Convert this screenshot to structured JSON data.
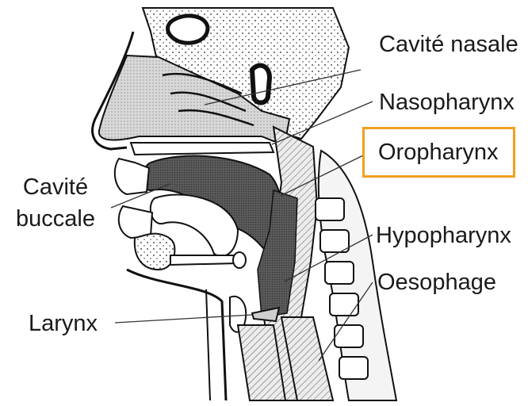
{
  "diagram": {
    "labels": {
      "cavite_nasale": "Cavité nasale",
      "nasopharynx": "Nasopharynx",
      "oropharynx": "Oropharynx",
      "cavite_buccale_line1": "Cavité",
      "cavite_buccale_line2": "buccale",
      "hypopharynx": "Hypopharynx",
      "oesophage": "Oesophage",
      "larynx": "Larynx"
    },
    "highlighted_label": "Oropharynx",
    "highlight_color": "#f0a020"
  }
}
